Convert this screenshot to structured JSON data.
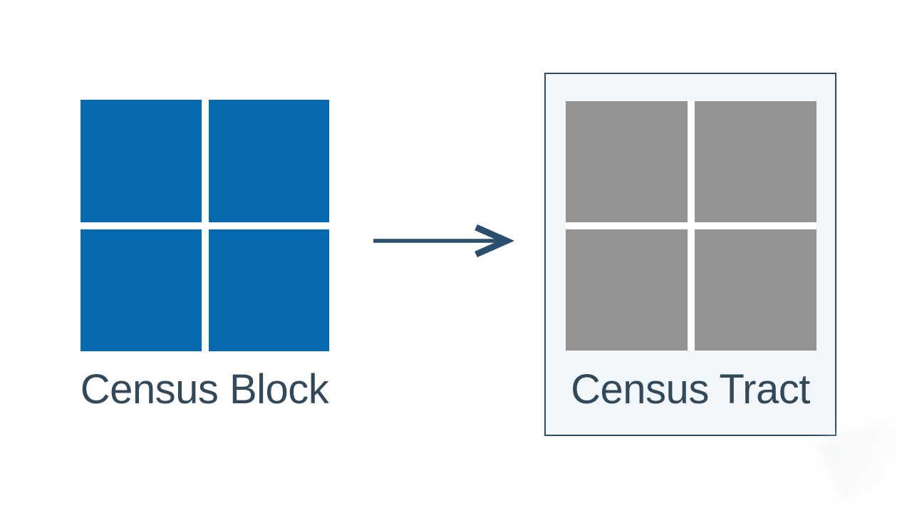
{
  "diagram": {
    "title_context": "census geography aggregation diagram",
    "left_group": {
      "label": "Census Block",
      "grid": {
        "rows": 2,
        "cols": 2,
        "cell_count": 4,
        "cell_color": "#0769ae",
        "gap_color": "#ffffff"
      }
    },
    "arrow": {
      "direction": "right",
      "color": "#2a4e6e"
    },
    "right_group": {
      "label": "Census Tract",
      "grid": {
        "rows": 2,
        "cols": 2,
        "cell_count": 4,
        "cell_color": "#959391",
        "gap_color": "#ffffff"
      },
      "box": {
        "background": "#f2f7fb",
        "border_color": "#2e4a61"
      }
    }
  },
  "colors": {
    "blue": "#0769ae",
    "gray": "#959391",
    "text": "#33495a",
    "arrow": "#2a4e6e",
    "box-bg": "#f2f7fb",
    "box-border": "#2e4a61",
    "page-bg": "#ffffff"
  }
}
